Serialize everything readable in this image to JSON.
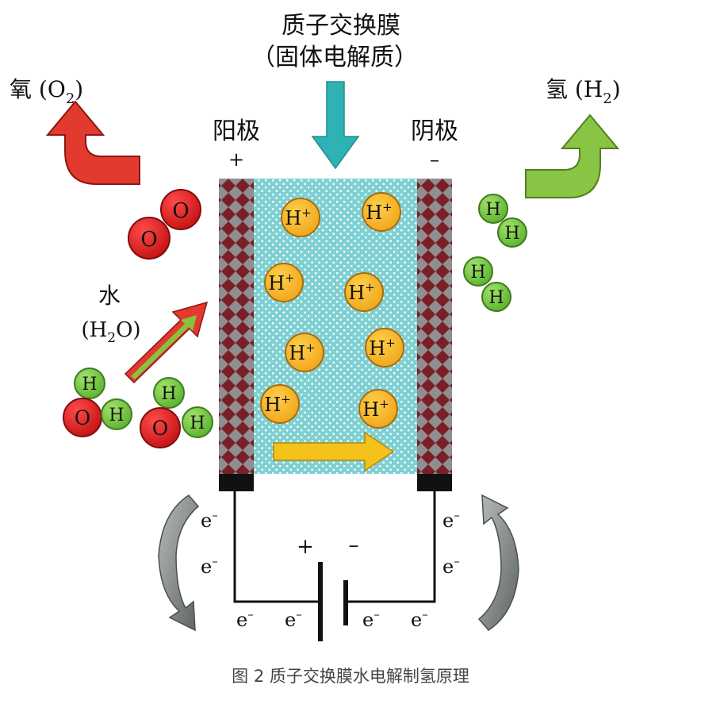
{
  "membrane": {
    "line1": "质子交换膜",
    "line2": "（固体电解质）"
  },
  "oxygen": {
    "label": "氧",
    "formula_open": "(O",
    "formula_sub": "2",
    "formula_close": ")"
  },
  "hydrogen": {
    "label": "氢",
    "formula_open": "(H",
    "formula_sub": "2",
    "formula_close": ")"
  },
  "anode": {
    "label": "阳极",
    "sign": "+"
  },
  "cathode": {
    "label": "阴极",
    "sign": "–"
  },
  "water": {
    "label": "水",
    "formula_open": "(H",
    "formula_sub": "2",
    "formula_close": "O)"
  },
  "atoms": {
    "o": "O",
    "h": "H"
  },
  "proton": {
    "symbol": "H",
    "charge": "+"
  },
  "electron": {
    "symbol": "e",
    "charge": "–"
  },
  "battery": {
    "plus": "+",
    "minus": "–"
  },
  "caption": "图 2 质子交换膜水电解制氢原理"
}
